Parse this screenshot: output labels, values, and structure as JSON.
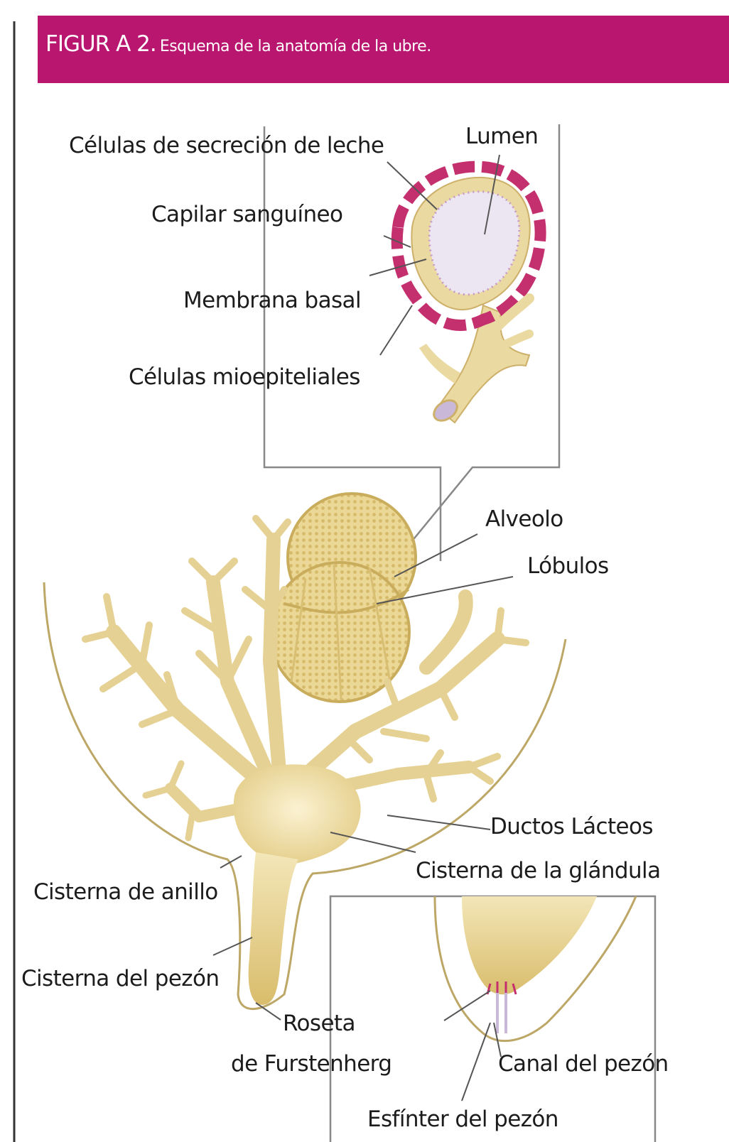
{
  "header": {
    "figure_label": "FIGUR A 2.",
    "caption": "Esquema de la anatomía de la ubre."
  },
  "labels": {
    "celulas_secrecion": "Células de secreción de leche",
    "lumen": "Lumen",
    "capilar": "Capilar sanguíneo",
    "membrana": "Membrana basal",
    "mioepiteliales": "Células mioepiteliales",
    "alveolo": "Alveolo",
    "lobulos": "Lóbulos",
    "ductos": "Ductos Lácteos",
    "cisterna_glandula": "Cisterna de la glándula",
    "cisterna_anillo": "Cisterna de anillo",
    "cisterna_pezon": "Cisterna del pezón",
    "roseta_1": "Roseta",
    "roseta_2": "de Furstenherg",
    "canal": "Canal del pezón",
    "esfinter": "Esfínter del pezón"
  },
  "colors": {
    "header": "#b8166f",
    "tissue": "#ead9a0",
    "tissue_dark": "#d8bf73",
    "capillary": "#c4306e",
    "lumen": "#ece6f2",
    "line": "#555555"
  }
}
